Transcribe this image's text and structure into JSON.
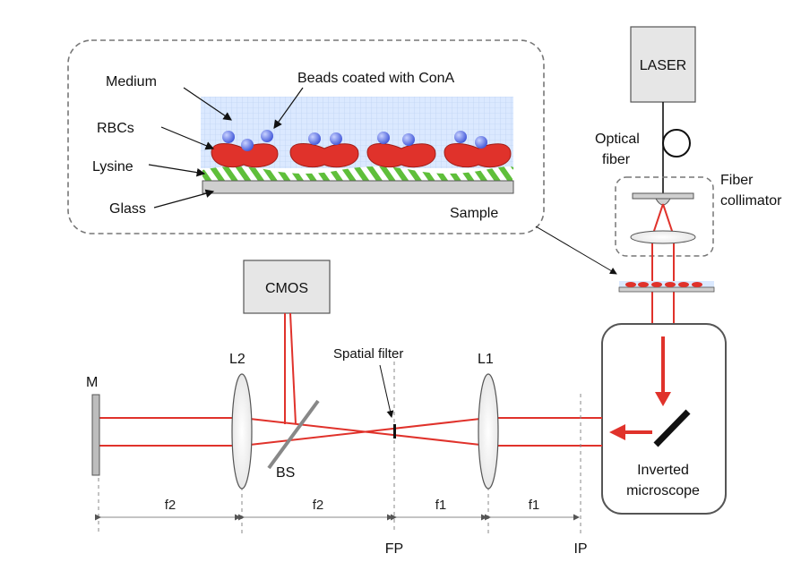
{
  "inset": {
    "medium": "Medium",
    "beads": "Beads coated with ConA",
    "rbcs": "RBCs",
    "lysine": "Lysine",
    "glass": "Glass",
    "sample": "Sample"
  },
  "components": {
    "laser": "LASER",
    "optical_fiber_1": "Optical",
    "optical_fiber_2": "fiber",
    "collimator_1": "Fiber",
    "collimator_2": "collimator",
    "cmos": "CMOS",
    "spatial_filter": "Spatial filter",
    "mirror": "M",
    "lens2": "L2",
    "lens1": "L1",
    "beamsplitter": "BS",
    "microscope_1": "Inverted",
    "microscope_2": "microscope"
  },
  "distances": {
    "f2_a": "f2",
    "f2_b": "f2",
    "f1_a": "f1",
    "f1_b": "f1"
  },
  "planes": {
    "fp": "FP",
    "ip": "IP"
  },
  "colors": {
    "beam": "#e0322b",
    "rbc": "#e0322b",
    "bead": "#5b6fe6",
    "lysine": "#5fbf3a",
    "medium": "#dbe9ff",
    "glass": "#cfcfcf"
  }
}
